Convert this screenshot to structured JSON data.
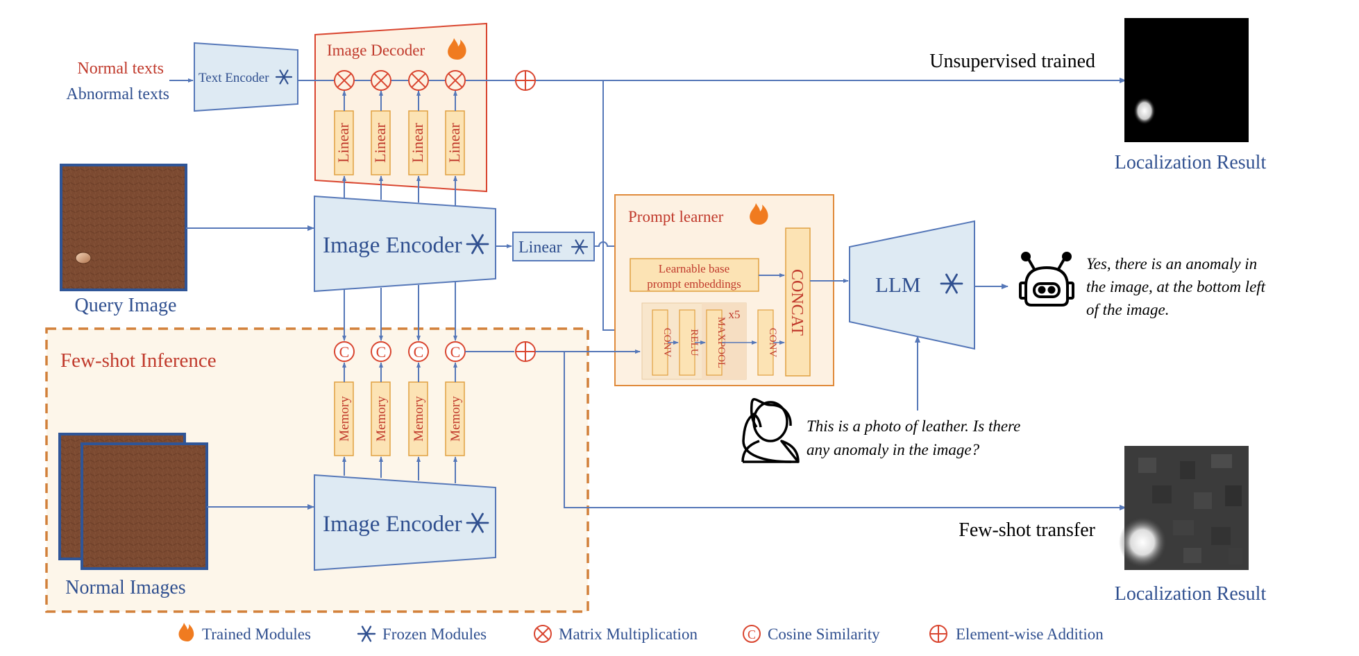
{
  "inputs": {
    "normal_texts": "Normal texts",
    "abnormal_texts": "Abnormal texts",
    "query_image_label": "Query Image",
    "normal_images_label": "Normal Images"
  },
  "modules": {
    "text_encoder": "Text Encoder",
    "image_decoder": "Image Decoder",
    "image_encoder": "Image Encoder",
    "linear": "Linear",
    "memory": "Memory",
    "prompt_learner": "Prompt learner",
    "learnable_base_line1": "Learnable base",
    "learnable_base_line2": "prompt embeddings",
    "conv": "CONV",
    "relu": "RELU",
    "maxpool": "MAXPOOL",
    "repeat": "x5",
    "concat": "CONCAT",
    "llm": "LLM"
  },
  "regions": {
    "few_shot_inference": "Few-shot Inference"
  },
  "outputs": {
    "unsupervised": "Unsupervised trained",
    "few_shot_transfer": "Few-shot transfer",
    "localization_result": "Localization Result"
  },
  "dialogue": {
    "user_line1": "This is a photo of leather. Is there",
    "user_line2": "any anomaly in the image?",
    "bot_line1": "Yes, there is an anomaly in",
    "bot_line2": "the image, at the bottom left",
    "bot_line3": "of the image."
  },
  "legend": {
    "trained": "Trained Modules",
    "frozen": "Frozen Modules",
    "matmul": "Matrix Multiplication",
    "cosine": "Cosine Similarity",
    "addition": "Element-wise Addition"
  },
  "colors": {
    "red": "#c0392b",
    "blue": "#2f4f8f",
    "arrow": "#5577b8",
    "encoder_fill": "#deeaf3",
    "module_fill": "#fce3b4",
    "panel_fill": "#fdf1e2",
    "few_shot_fill": "#fdf6ea",
    "dashed_border": "#d2803a",
    "leather": "#7c4a31",
    "flame": "#f07b20"
  }
}
